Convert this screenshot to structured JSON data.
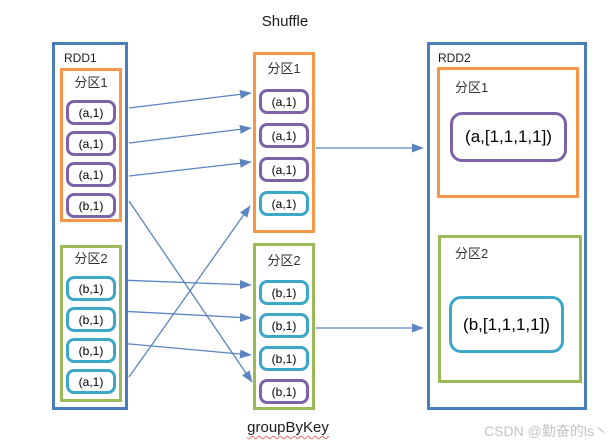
{
  "title": "Shuffle",
  "operation_label": "groupByKey",
  "watermark": "CSDN @勤奋的ls丶",
  "colors": {
    "rdd_border_blue": "#4A7EBB",
    "partition_orange": "#F79646",
    "partition_green": "#9BBB59",
    "item_purple": "#7E62A8",
    "item_teal": "#3DA7C8",
    "arrow_blue": "#5B84C0",
    "spellcheck_red": "#E36C6C",
    "watermark_gray": "#C4C4C4"
  },
  "rdd1": {
    "label": "RDD1",
    "partitions": [
      {
        "label": "分区1",
        "items": [
          {
            "text": "(a,1)",
            "color": "purple"
          },
          {
            "text": "(a,1)",
            "color": "purple"
          },
          {
            "text": "(a,1)",
            "color": "purple"
          },
          {
            "text": "(b,1)",
            "color": "purple"
          }
        ]
      },
      {
        "label": "分区2",
        "items": [
          {
            "text": "(b,1)",
            "color": "teal"
          },
          {
            "text": "(b,1)",
            "color": "teal"
          },
          {
            "text": "(b,1)",
            "color": "teal"
          },
          {
            "text": "(a,1)",
            "color": "teal"
          }
        ]
      }
    ]
  },
  "shuffle": {
    "partitions": [
      {
        "label": "分区1",
        "items": [
          {
            "text": "(a,1)",
            "color": "purple"
          },
          {
            "text": "(a,1)",
            "color": "purple"
          },
          {
            "text": "(a,1)",
            "color": "purple"
          },
          {
            "text": "(a,1)",
            "color": "teal"
          }
        ]
      },
      {
        "label": "分区2",
        "items": [
          {
            "text": "(b,1)",
            "color": "teal"
          },
          {
            "text": "(b,1)",
            "color": "teal"
          },
          {
            "text": "(b,1)",
            "color": "teal"
          },
          {
            "text": "(b,1)",
            "color": "purple"
          }
        ]
      }
    ]
  },
  "rdd2": {
    "label": "RDD2",
    "partitions": [
      {
        "label": "分区1",
        "item": {
          "text": "(a,[1,1,1,1])",
          "color": "purple"
        }
      },
      {
        "label": "分区2",
        "item": {
          "text": "(b,[1,1,1,1])",
          "color": "teal"
        }
      }
    ]
  }
}
